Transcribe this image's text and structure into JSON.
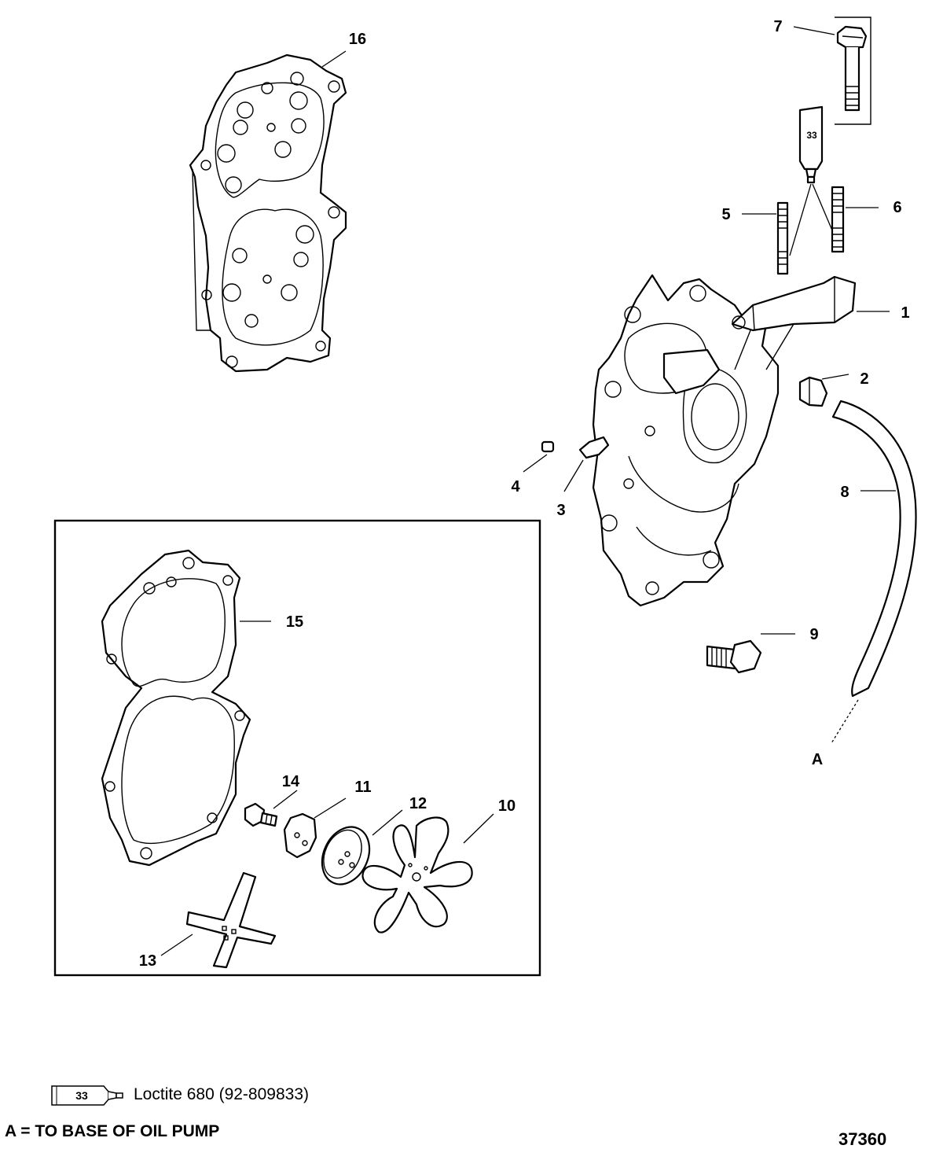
{
  "callouts": [
    {
      "id": "1",
      "label": "1"
    },
    {
      "id": "2",
      "label": "2"
    },
    {
      "id": "3",
      "label": "3"
    },
    {
      "id": "4",
      "label": "4"
    },
    {
      "id": "5",
      "label": "5"
    },
    {
      "id": "6",
      "label": "6"
    },
    {
      "id": "7",
      "label": "7"
    },
    {
      "id": "8",
      "label": "8"
    },
    {
      "id": "9",
      "label": "9"
    },
    {
      "id": "10",
      "label": "10"
    },
    {
      "id": "11",
      "label": "11"
    },
    {
      "id": "12",
      "label": "12"
    },
    {
      "id": "13",
      "label": "13"
    },
    {
      "id": "14",
      "label": "14"
    },
    {
      "id": "15",
      "label": "15"
    },
    {
      "id": "16",
      "label": "16"
    }
  ],
  "hose_end_label": "A",
  "sealant_tube_number": "33",
  "legend": {
    "tube_number": "33",
    "text": "Loctite 680 (92-809833)"
  },
  "note": "A = TO BASE OF OIL PUMP",
  "figure_id": "37360"
}
